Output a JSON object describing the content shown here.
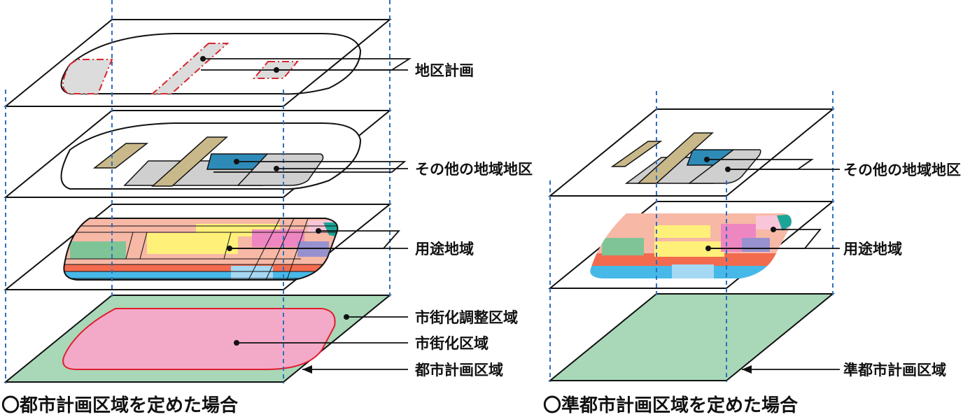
{
  "left": {
    "labels": {
      "district_plan": "地区計画",
      "other_districts": "その他の地域地区",
      "use_zones": "用途地域",
      "urbanization_control_area": "市街化調整区域",
      "urbanization_area": "市街化区域",
      "city_planning_area": "都市計画区域"
    },
    "caption": "〇都市計画区域を定めた場合"
  },
  "right": {
    "labels": {
      "other_districts": "その他の地域地区",
      "use_zones": "用途地域",
      "quasi_city_planning_area": "準都市計画区域"
    },
    "caption": "〇準都市計画区域を定めた場合"
  },
  "colors": {
    "outline": "#111111",
    "guide_line": "#2f6fc0",
    "district_plan_dash": "#d7262e",
    "district_fill": "#dcdcdc",
    "tan": "#c9b88a",
    "gray": "#cfcfcf",
    "blue": "#2e8bb8",
    "green_area": "#a8d8b8",
    "pink_area": "#f3aac9",
    "urban_boundary": "#e21d2e",
    "zone_salmon": "#f7b8a6",
    "zone_yellow": "#fff07a",
    "zone_green": "#7fc497",
    "zone_orange": "#f26b4f",
    "zone_sky": "#47b9e8",
    "zone_pink": "#ee86c2",
    "zone_lavender": "#9891cf",
    "zone_teal": "#1ba596"
  }
}
